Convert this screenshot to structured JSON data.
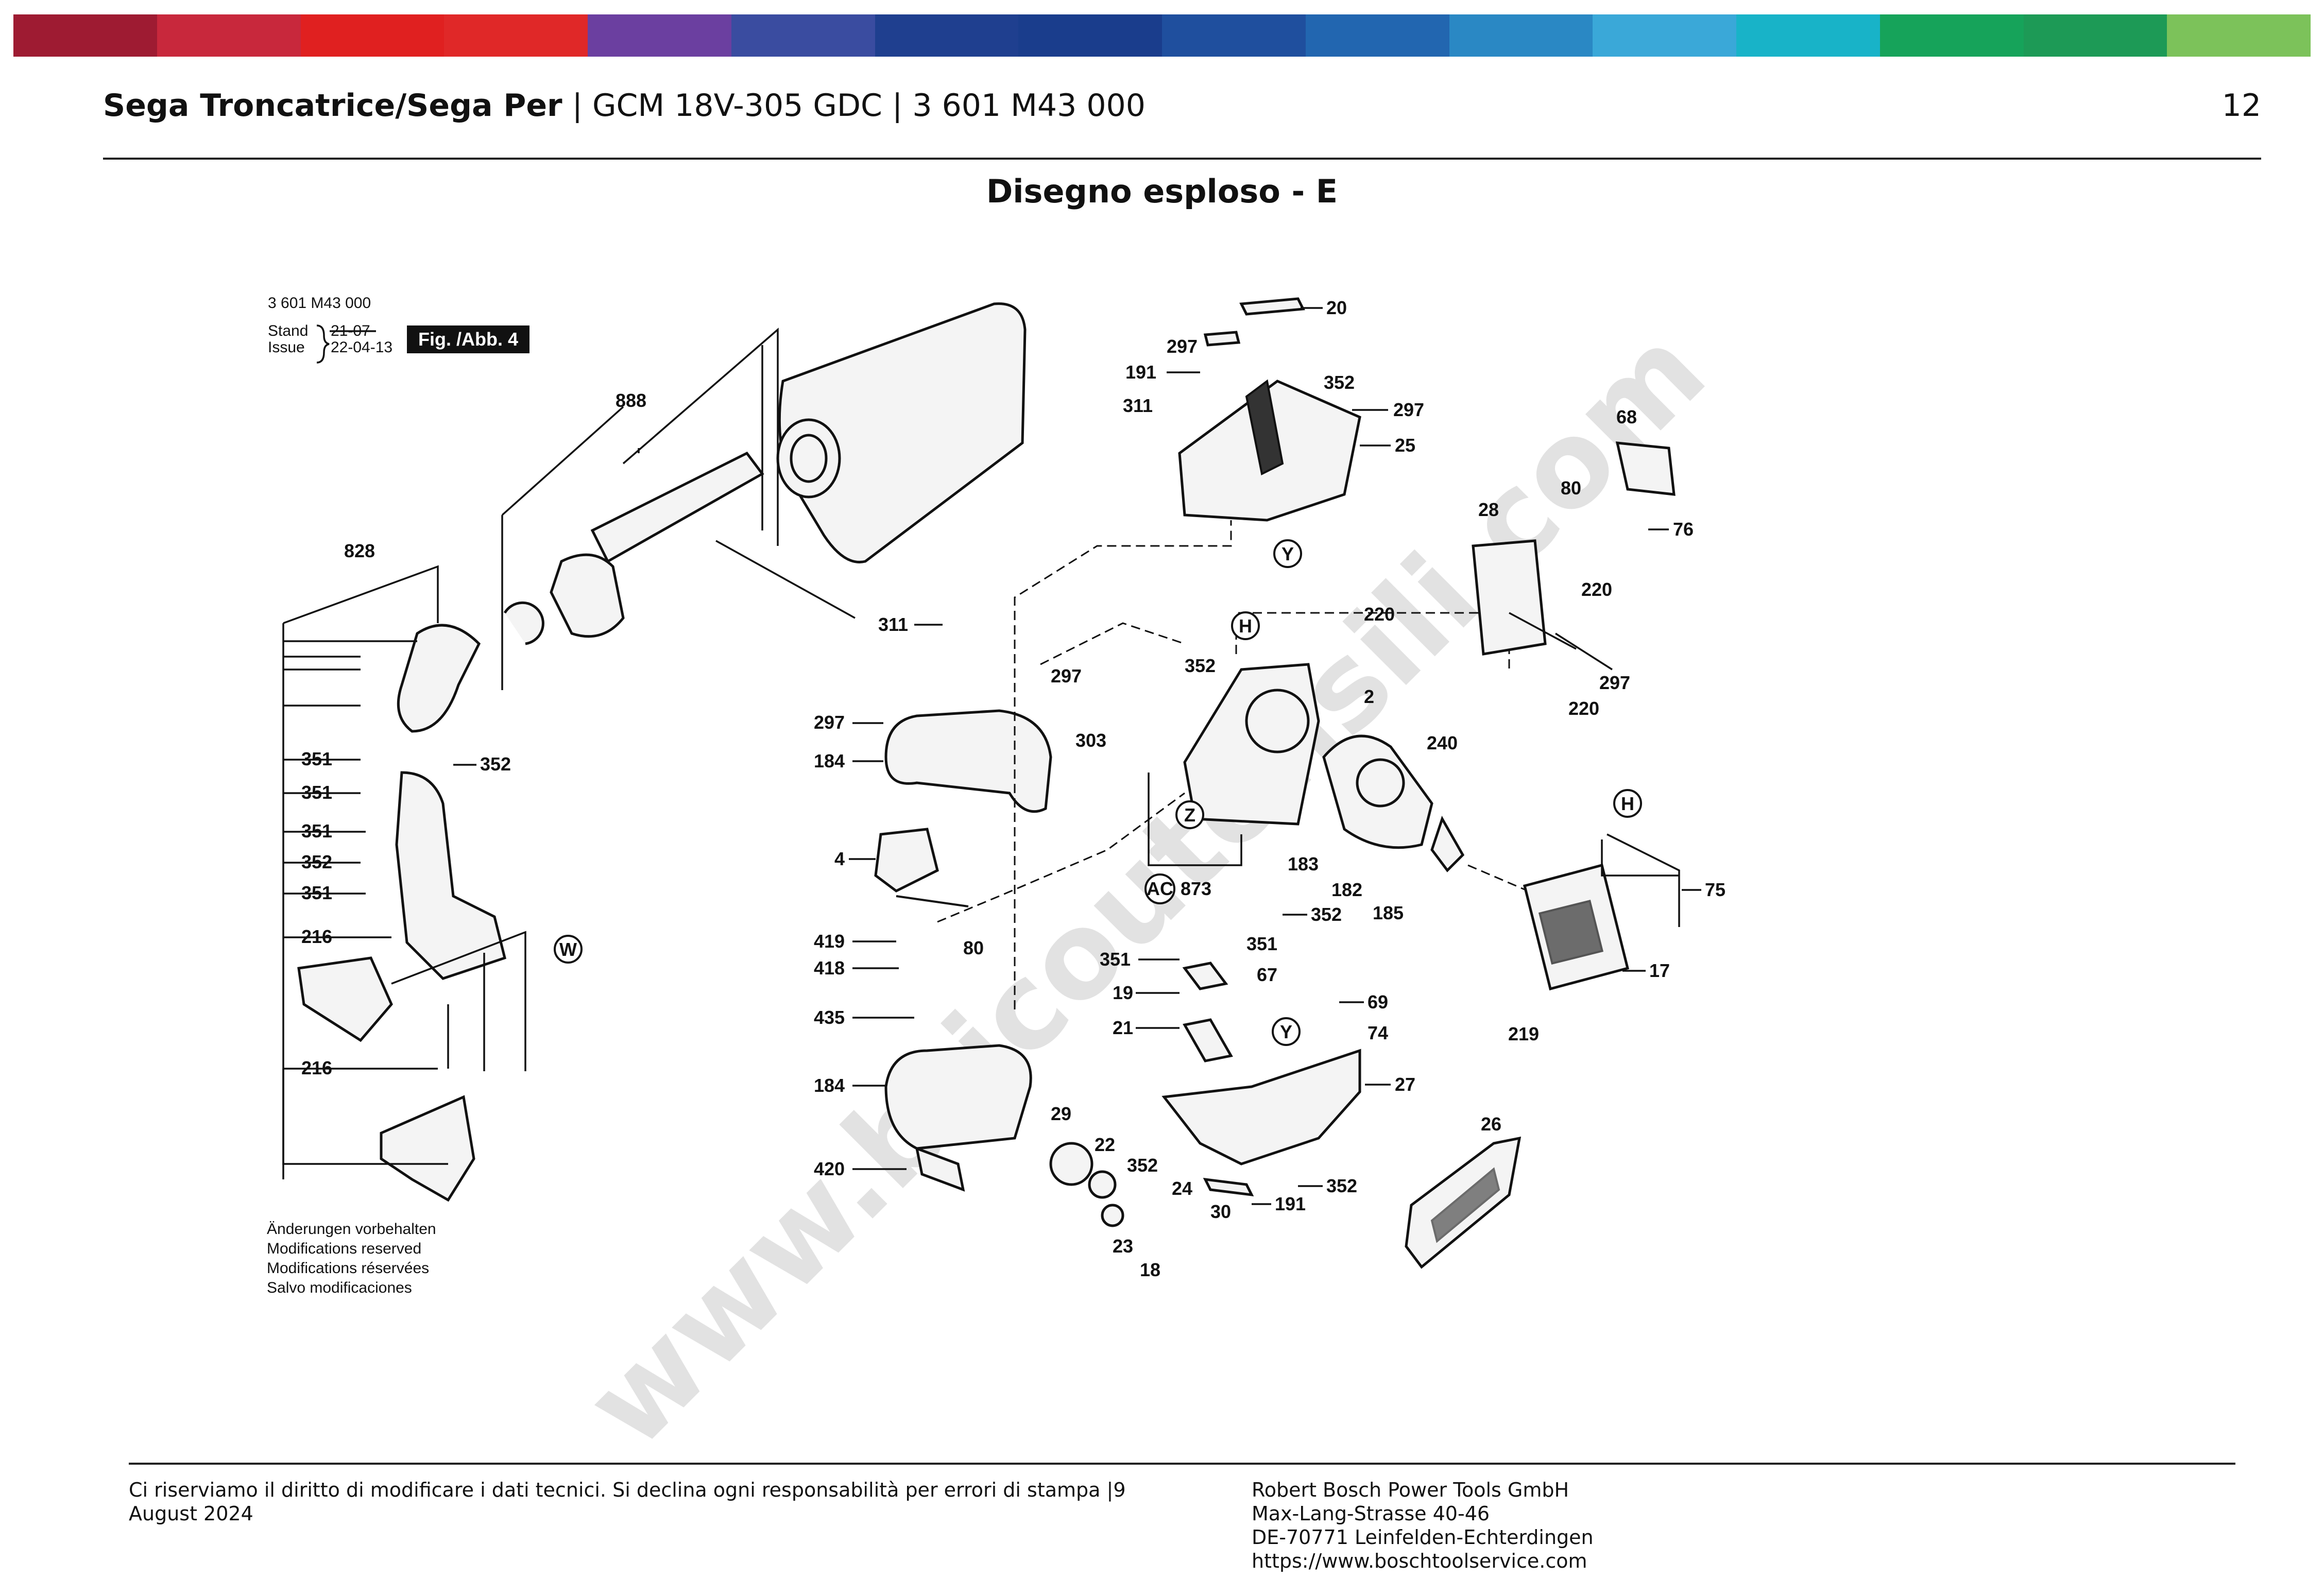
{
  "header": {
    "product_name": "Sega Troncatrice/Sega Per",
    "separator": " | ",
    "model": "GCM 18V-305 GDC",
    "part_number": "3 601 M43 000",
    "page_number": "12"
  },
  "title": "Disegno esploso - E",
  "colors": {
    "bar": [
      "#9e1b32",
      "#c8283c",
      "#e02020",
      "#e02828",
      "#6b3fa0",
      "#3a4ca0",
      "#1f3f8f",
      "#1a3d8c",
      "#1f4f9e",
      "#2266b0",
      "#2a88c4",
      "#3aa8d8",
      "#18b3c8",
      "#16a35a",
      "#1d9a56",
      "#7cc25a"
    ]
  },
  "diagram": {
    "doc_number": "3 601 M43 000",
    "stand_label": "Stand",
    "issue_label": "Issue",
    "stand_value": "21-07",
    "issue_value": "22-04-13",
    "figure_label": "Fig. /Abb. 4",
    "notes": [
      "Änderungen vorbehalten",
      "Modifications reserved",
      "Modifications réservées",
      "Salvo modificaciones"
    ],
    "watermark": "www.bricoutensili.com",
    "callouts": {
      "c888": "888",
      "c828": "828",
      "c351a": "351",
      "c351b": "351",
      "c351c": "351",
      "c352a": "352",
      "c351d": "351",
      "c216a": "216",
      "c216b": "216",
      "c352b": "352",
      "cW": "W",
      "c20": "20",
      "c297a": "297",
      "c191a": "191",
      "c352c": "352",
      "c311a": "311",
      "c297b": "297",
      "c25": "25",
      "cY1": "Y",
      "c311b": "311",
      "c297c": "297",
      "c297d": "297",
      "c184a": "184",
      "c4": "4",
      "c80a": "80",
      "c419": "419",
      "c418": "418",
      "c435": "435",
      "c184b": "184",
      "c420": "420",
      "cH1": "H",
      "c352d": "352",
      "c220a": "220",
      "c303": "303",
      "c2": "2",
      "c240": "240",
      "cZ": "Z",
      "c183": "183",
      "c182": "182",
      "c185": "185",
      "c352e": "352",
      "cAC": "AC",
      "c873": "873",
      "c68": "68",
      "c80b": "80",
      "c76": "76",
      "c28": "28",
      "c220b": "220",
      "c297e": "297",
      "c220c": "220",
      "cH2": "H",
      "c75": "75",
      "c17": "17",
      "c219": "219",
      "c351e": "351",
      "c351f": "351",
      "c19": "19",
      "c67": "67",
      "c69": "69",
      "c21": "21",
      "cY2": "Y",
      "c74": "74",
      "c27": "27",
      "c29": "29",
      "c22": "22",
      "c352f": "352",
      "c24": "24",
      "c30": "30",
      "c191b": "191",
      "c352g": "352",
      "c23": "23",
      "c18": "18",
      "c26": "26"
    }
  },
  "footer": {
    "disclaimer": "Ci riserviamo il diritto di modificare i dati tecnici. Si declina ogni responsabilità per errori di stampa |9 August 2024",
    "company": "Robert Bosch Power Tools GmbH",
    "street": "Max-Lang-Strasse 40-46",
    "city": "DE-70771 Leinfelden-Echterdingen",
    "url": "https://www.boschtoolservice.com"
  }
}
